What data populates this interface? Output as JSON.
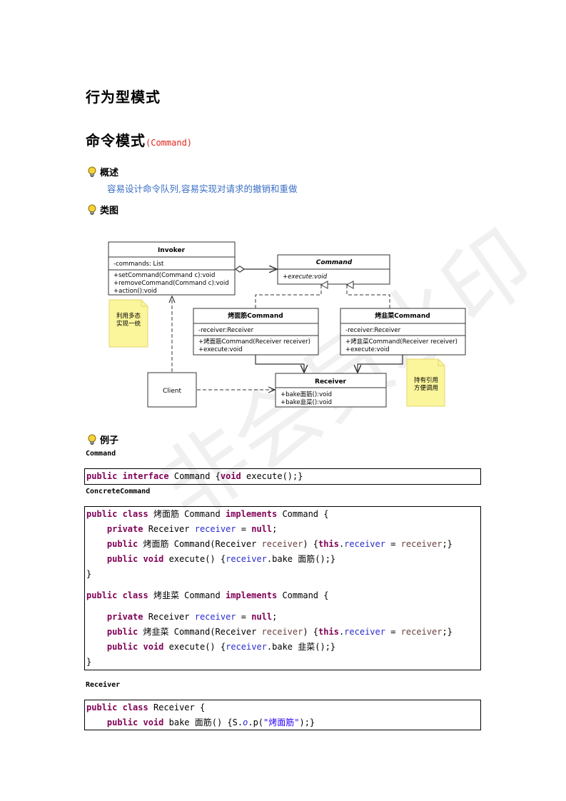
{
  "headings": {
    "h1": "行为型模式",
    "h2_cn": "命令模式",
    "h2_en": "(Command)"
  },
  "sections": {
    "overview_title": "概述",
    "overview_text": "容易设计命令队列,容易实现对请求的撤销和重做",
    "class_diagram_title": "类图",
    "example_title": "例子"
  },
  "diagram": {
    "invoker": {
      "name": "Invoker",
      "attrs": [
        "-commands: List"
      ],
      "ops": [
        "+setCommand(Command c):void",
        "+removeCommand(Command c):void",
        "+action():void"
      ]
    },
    "command": {
      "name": "Command",
      "ops": [
        "+execute:void"
      ]
    },
    "cmd1": {
      "name": "烤面筋Command",
      "attrs": [
        "-receiver:Receiver"
      ],
      "ops": [
        "+烤面筋Command(Receiver receiver)",
        "+execute:void"
      ]
    },
    "cmd2": {
      "name": "烤韭菜Command",
      "attrs": [
        "-receiver:Receiver"
      ],
      "ops": [
        "+烤韭菜Command(Receiver receiver)",
        "+execute:void"
      ]
    },
    "receiver": {
      "name": "Receiver",
      "ops": [
        "+bake面筋():void",
        "+bake韭菜():void"
      ]
    },
    "client": {
      "name": "Client"
    },
    "note1": [
      "利用多态",
      "实现一统"
    ],
    "note2": [
      "持有引用",
      "方便调用"
    ]
  },
  "labels": {
    "command": "Command",
    "concrete": "ConcreteCommand",
    "receiver": "Receiver"
  },
  "watermark": "非会员水印",
  "colors": {
    "keyword": "#7f0055",
    "field": "#2a2ad0",
    "param": "#6a3e3e",
    "string": "#2a00ff",
    "note": "#fbf59b",
    "desc": "#3a6fc4",
    "en_heading": "#e0251b"
  }
}
